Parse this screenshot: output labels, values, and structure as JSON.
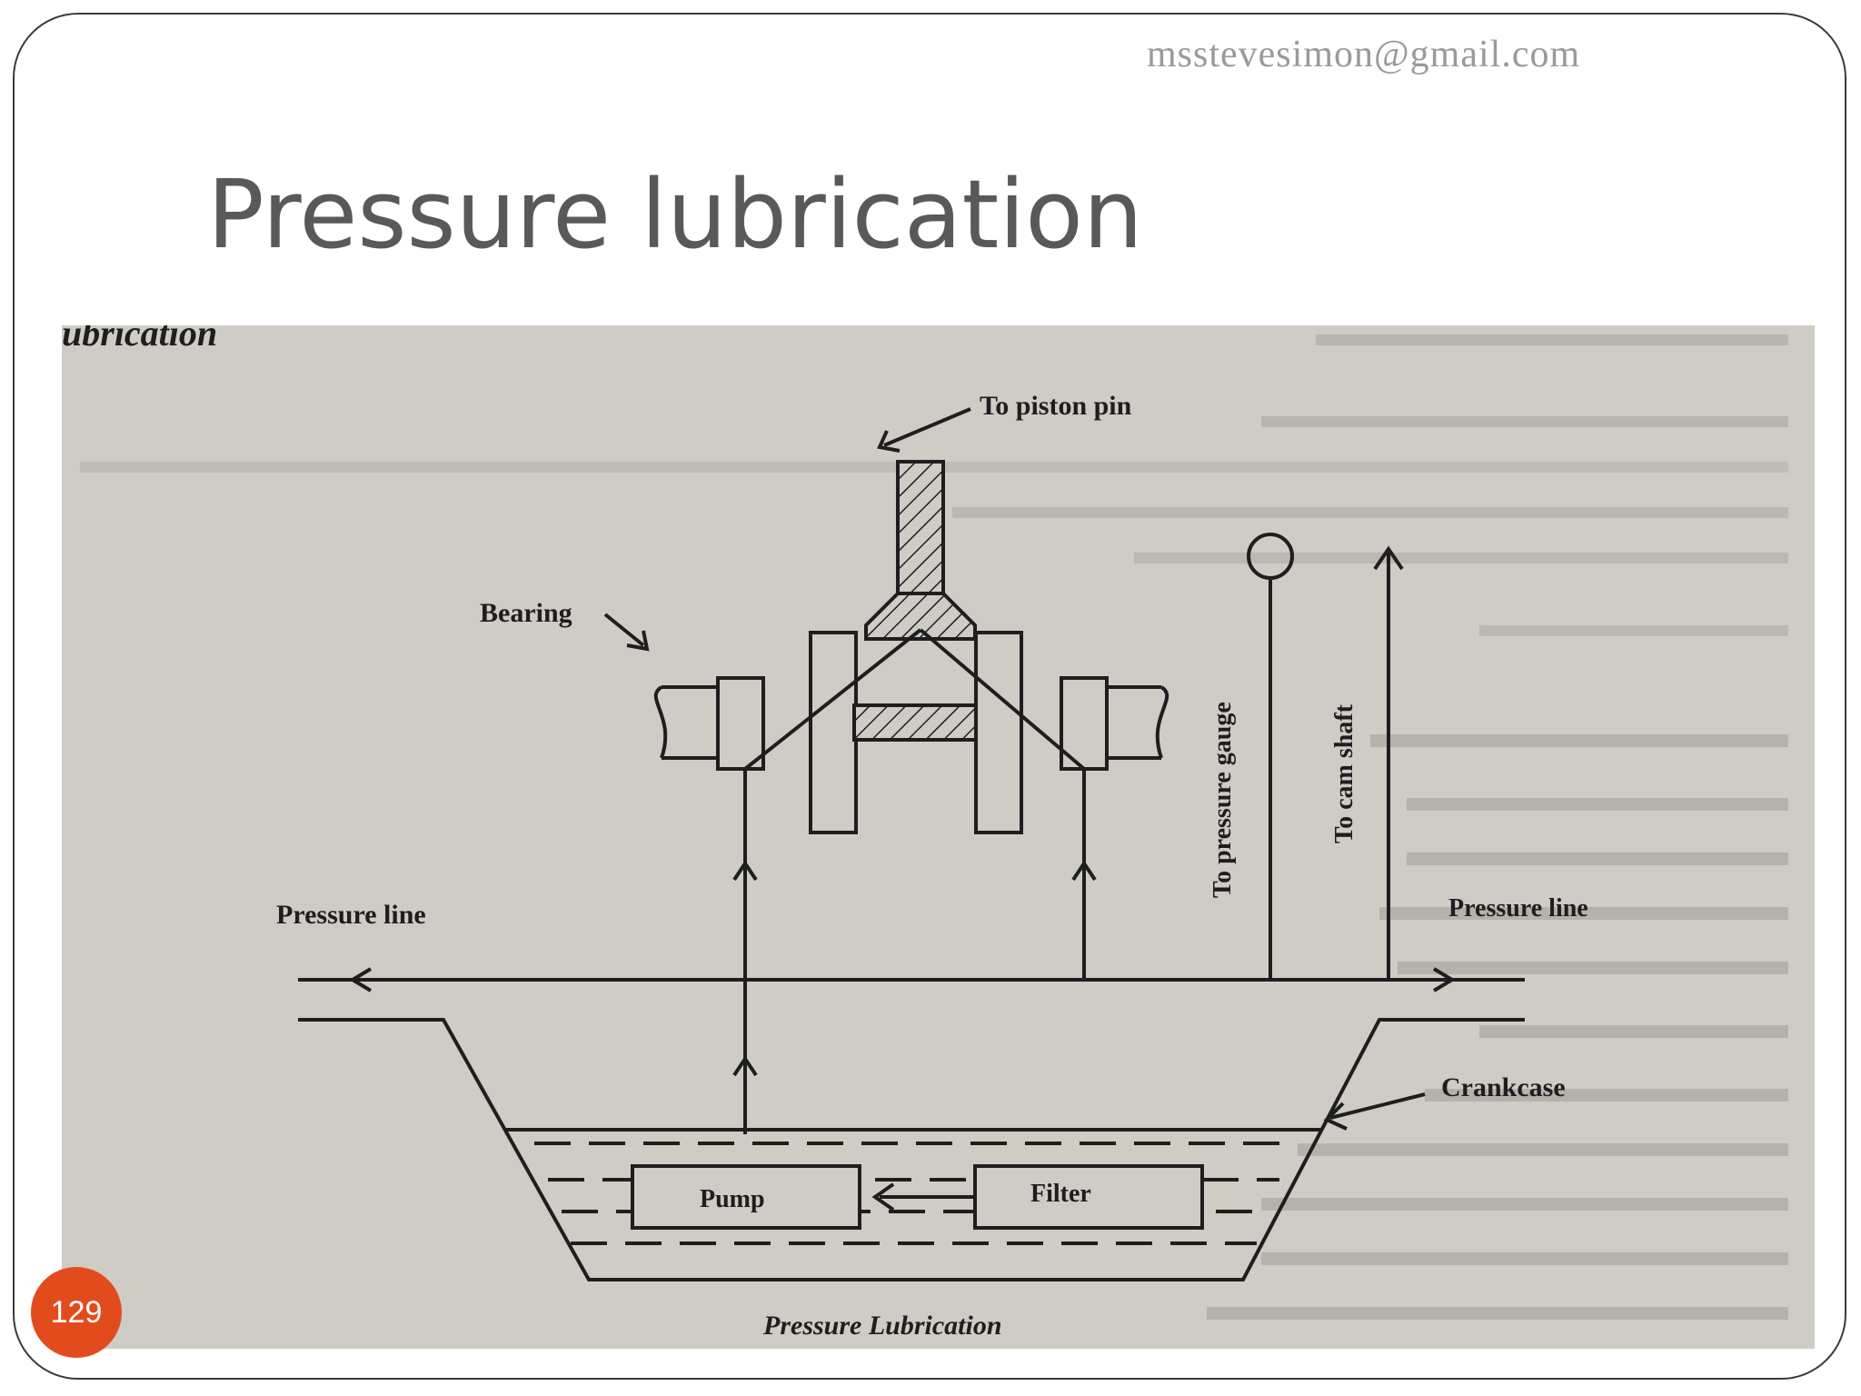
{
  "slide": {
    "email": "msstevesimon@gmail.com",
    "title": "Pressure lubrication",
    "page_number": "129"
  },
  "diagram": {
    "heading_fragment": "ubrication",
    "caption": "Pressure Lubrication",
    "labels": {
      "to_piston_pin": "To piston pin",
      "bearing": "Bearing",
      "to_pressure_gauge": "To pressure gauge",
      "to_cam_shaft": "To cam shaft",
      "pressure_line_left": "Pressure line",
      "pressure_line_right": "Pressure line",
      "crankcase": "Crankcase",
      "pump": "Pump",
      "filter": "Filter"
    },
    "colors": {
      "paper": "#cfccc6",
      "ink": "#1e1e1e",
      "badge": "#e24c1c"
    }
  }
}
